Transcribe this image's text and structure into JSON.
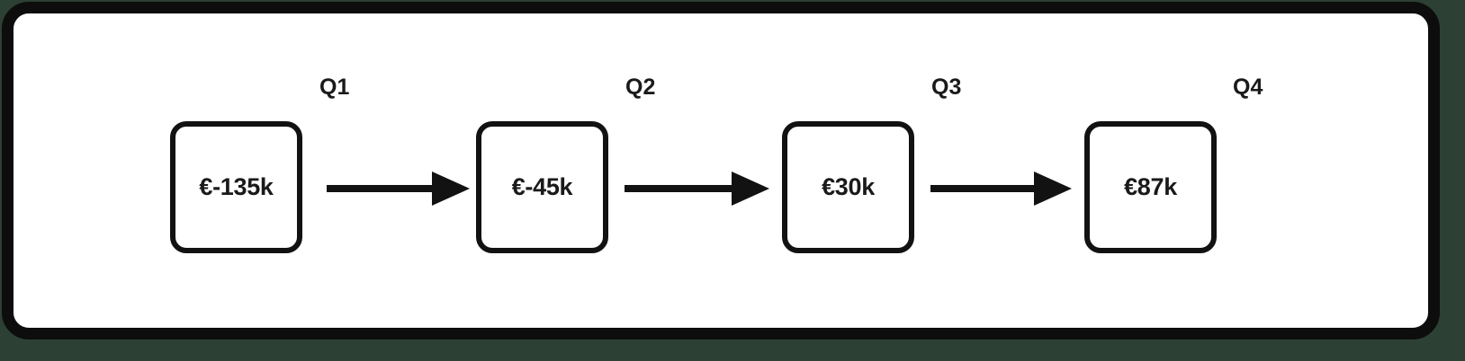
{
  "diagram": {
    "type": "linear-flow",
    "title": "",
    "frame": {
      "border_color": "#0d0d0d",
      "background": "#ffffff"
    },
    "node_color": "#121212",
    "text_color": "#1a1a1a",
    "nodes": [
      {
        "id": "n0",
        "label": "€-135k",
        "value": -135000,
        "currency": "EUR"
      },
      {
        "id": "n1",
        "label": "€-45k",
        "value": -45000,
        "currency": "EUR"
      },
      {
        "id": "n2",
        "label": "€30k",
        "value": 30000,
        "currency": "EUR"
      },
      {
        "id": "n3",
        "label": "€87k",
        "value": 87000,
        "currency": "EUR"
      }
    ],
    "edges": [
      {
        "id": "e0",
        "from": "n0",
        "to": "n1",
        "label": "Q1"
      },
      {
        "id": "e1",
        "from": "n1",
        "to": "n2",
        "label": "Q2"
      },
      {
        "id": "e2",
        "from": "n2",
        "to": "n3",
        "label": "Q3"
      }
    ],
    "trailing_label": "Q4"
  }
}
